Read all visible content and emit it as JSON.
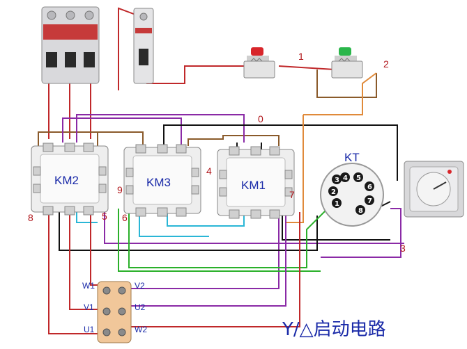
{
  "title": "Y/△启动电路",
  "components": {
    "km2": "KM2",
    "km3": "KM3",
    "km1": "KM1",
    "kt": "KT"
  },
  "kt_pins": [
    "1",
    "2",
    "3",
    "4",
    "5",
    "6",
    "7",
    "8"
  ],
  "wire_labels": {
    "w0": "0",
    "w1": "1",
    "w2": "2",
    "w3": "3",
    "w4": "4",
    "w5": "5",
    "w6": "6",
    "w7": "7",
    "w8": "8",
    "w9": "9"
  },
  "motor_terminals": {
    "w1": "W1",
    "v2": "V2",
    "v1": "V1",
    "u2": "U2",
    "u1": "U1",
    "w2": "W2"
  },
  "colors": {
    "red_wire": "#c0282a",
    "brown_wire": "#8a5a2a",
    "purple_wire": "#8a2aa6",
    "black_wire": "#111111",
    "cyan_wire": "#2ab6d6",
    "green_wire": "#2ab02a",
    "orange_wire": "#e08a3a",
    "label_blue": "#1a2aa8",
    "label_red": "#b0151a"
  }
}
